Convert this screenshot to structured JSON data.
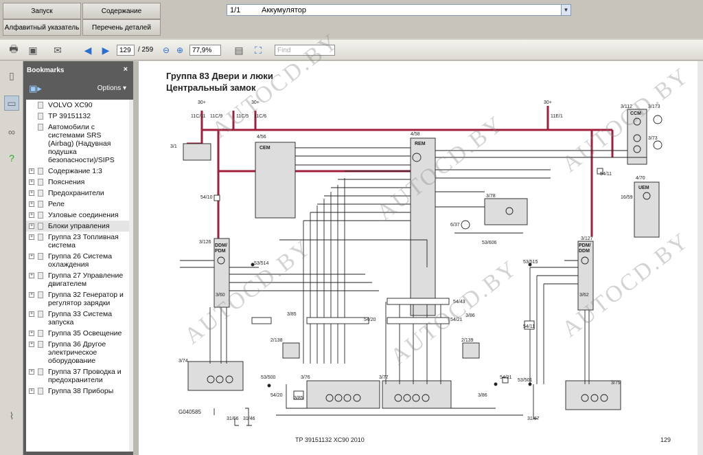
{
  "top_buttons": {
    "start": "Запуск",
    "contents": "Содержание",
    "alpha_index": "Алфавитный указатель",
    "parts_list": "Перечень деталей"
  },
  "doc_select": {
    "index": "1/1",
    "value": "Аккумулятор"
  },
  "toolbar": {
    "page_current": "129",
    "page_total": "/ 259",
    "zoom": "77,9%",
    "find_placeholder": "Find"
  },
  "bookmarks": {
    "title": "Bookmarks",
    "options": "Options ▾",
    "close": "×",
    "items": [
      {
        "label": "VOLVO XC90",
        "expand": false
      },
      {
        "label": "TP 39151132",
        "expand": false
      },
      {
        "label": "Автомобили с системами SRS (Airbag) (Надувная подушка безопасности)/SIPS",
        "expand": false
      },
      {
        "label": "Содержание 1:3",
        "expand": true
      },
      {
        "label": "Пояснения",
        "expand": true
      },
      {
        "label": "Предохранители",
        "expand": true
      },
      {
        "label": "Реле",
        "expand": true
      },
      {
        "label": "Узловые соединения",
        "expand": true
      },
      {
        "label": "Блоки управления",
        "expand": true
      },
      {
        "label": "Группа 23 Топливная система",
        "expand": true
      },
      {
        "label": "Группа 26 Система охлаждения",
        "expand": true
      },
      {
        "label": "Группа 27 Управление двигателем",
        "expand": true
      },
      {
        "label": "Группа 32 Генератор и регулятор зарядки",
        "expand": true
      },
      {
        "label": "Группа 33 Система запуска",
        "expand": true
      },
      {
        "label": "Группа 35 Освещение",
        "expand": true
      },
      {
        "label": "Группа 36 Другое электрическое оборудование",
        "expand": true
      },
      {
        "label": "Группа 37 Проводка и предохранители",
        "expand": true
      },
      {
        "label": "Группа 38 Приборы",
        "expand": true
      }
    ]
  },
  "document": {
    "title1": "Группа 83 Двери и люки",
    "title2": "Центральный замок",
    "footer": "TP 39151132 XC90 2010",
    "page_number": "129",
    "drawing_id": "G040585",
    "watermarks": [
      "AUTOCD.BY",
      "AUTOCD.BY",
      "AUTOCD.BY",
      "AUTOCD.BY",
      "AUTOCD.BY",
      "AUTOCD.BY"
    ],
    "modules": {
      "cem": "CEM",
      "rem": "REM",
      "ccm": "CCM",
      "uem": "UEM",
      "ddm_left": "DDM/ PDM",
      "ddm_right": "PDM/ DDM"
    },
    "labels": [
      "30+",
      "11C/11",
      "11C/9",
      "11C/5",
      "11C/6",
      "30+",
      "11E/1",
      "3/112",
      "3/173",
      "3/73",
      "4/56",
      "4/58",
      "3/1",
      "54/10",
      "54/11",
      "4/70",
      "16/59",
      "3/78",
      "6/37",
      "53/606",
      "3/126",
      "3/127",
      "53/514",
      "53/515",
      "3/85",
      "3/86",
      "54/20",
      "54/21",
      "54/43",
      "2/138",
      "2/139",
      "3/74",
      "3/75",
      "3/76",
      "3/77",
      "53/500",
      "53/501",
      "31/66",
      "31/46",
      "31/67",
      "3/60",
      "3/62",
      "54/11"
    ]
  },
  "colors": {
    "power_wire": "#a01f3a",
    "toolbar_icon": "#2a6fd0"
  }
}
